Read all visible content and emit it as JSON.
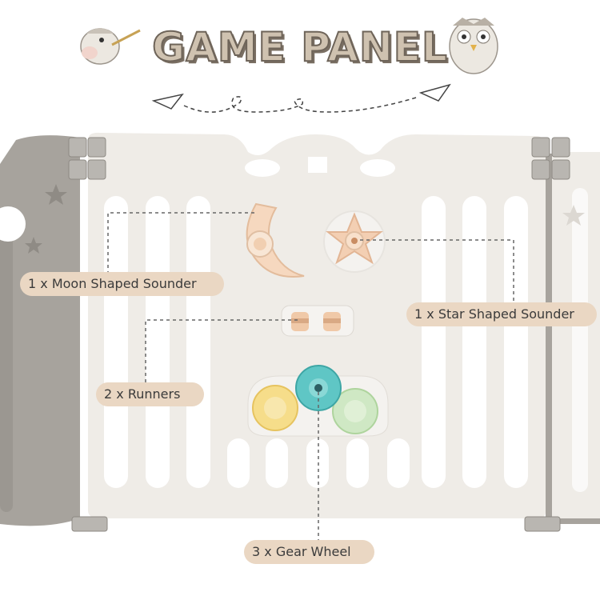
{
  "title": "GAME PANEL",
  "labels": {
    "moon": "1 x Moon Shaped Sounder",
    "star": "1 x Star Shaped Sounder",
    "runners": "2 x Runners",
    "gear": "3 x Gear Wheel"
  },
  "colors": {
    "panel": "#efece7",
    "frame_gray": "#a7a39d",
    "moon": "#f6d8bf",
    "star": "#f3cfb3",
    "gear_yellow": "#f6dd8a",
    "gear_teal": "#5fc6c5",
    "gear_green": "#cfe8c4",
    "label_bg": "#ead7c3"
  },
  "icons": [
    "bird-left-icon",
    "owl-icon",
    "paper-plane-icon",
    "star-icon"
  ]
}
